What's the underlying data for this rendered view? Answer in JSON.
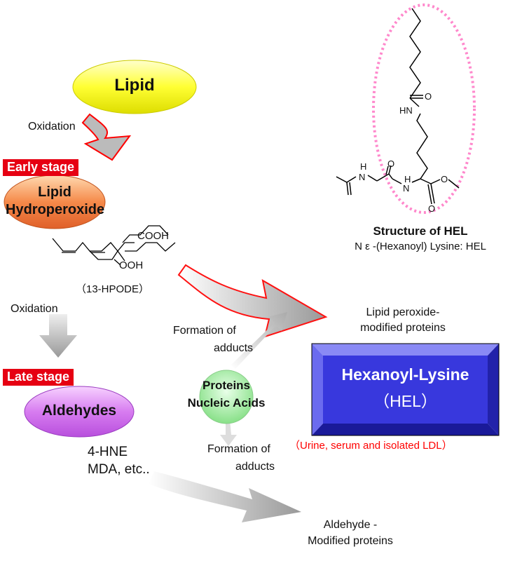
{
  "colors": {
    "red_stage": "#e60012",
    "lipid_yellow": "#ffff33",
    "hydroperoxide_orange": "#f07a3c",
    "aldehyde_purple": "#cc66ee",
    "protein_green": "#99ee99",
    "hel_blue": "#3333dd",
    "pink_dotted": "#ff88cc",
    "note_red": "#ff0000"
  },
  "nodes": {
    "lipid": "Lipid",
    "hydroperoxide_line1": "Lipid",
    "hydroperoxide_line2": "Hydroperoxide",
    "aldehydes": "Aldehydes",
    "proteins_line1": "Proteins",
    "proteins_line2": "Nucleic Acids",
    "hel_line1": "Hexanoyl-Lysine",
    "hel_line2": "（HEL）"
  },
  "stages": {
    "early": "Early stage",
    "late": "Late stage"
  },
  "labels": {
    "oxidation_1": "Oxidation",
    "oxidation_2": "Oxidation",
    "hpode": "（13-HPODE）",
    "formation_upper_1": "Formation of",
    "formation_upper_2": "adducts",
    "formation_lower_1": "Formation of",
    "formation_lower_2": "adducts",
    "lipid_peroxide_1": "Lipid peroxide-",
    "lipid_peroxide_2": "modified proteins",
    "hne": "4-HNE",
    "mda": "MDA, etc..",
    "aldehyde_modified_1": "Aldehyde -",
    "aldehyde_modified_2": "Modified proteins",
    "urine_note": "（Urine, serum and isolated LDL）",
    "structure_title": "Structure of HEL",
    "structure_subtitle": "N ε -(Hexanoyl) Lysine: HEL"
  },
  "chem": {
    "cooh": "COOH",
    "ooh": "OOH",
    "o_top": "O",
    "hn": "HN",
    "h_left": "H",
    "n_left": "N",
    "o_amide": "O",
    "h_right": "H",
    "n_right": "N",
    "o_ester": "O",
    "o_carbonyl": "O"
  }
}
